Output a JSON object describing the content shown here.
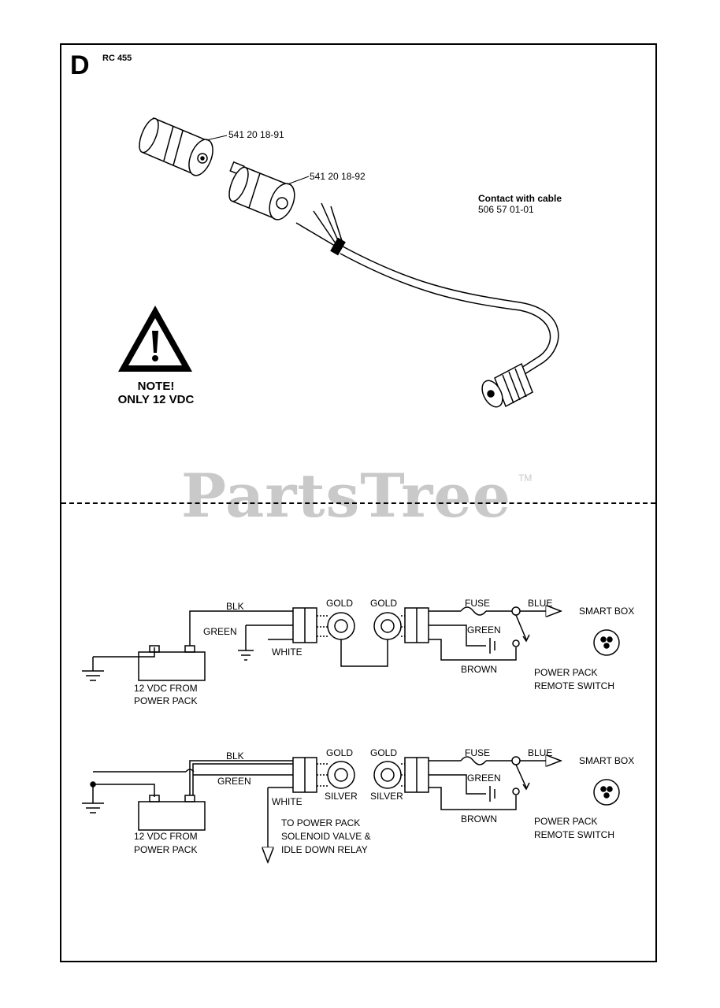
{
  "header": {
    "section_letter": "D",
    "model": "RC 455"
  },
  "parts": {
    "connector_a": "541 20 18-91",
    "connector_b": "541 20 18-92",
    "contact_title": "Contact with cable",
    "contact_number": "506 57 01-01"
  },
  "warning": {
    "line1": "NOTE!",
    "line2": "ONLY 12 VDC"
  },
  "watermark": {
    "text": "PartsTree",
    "tm": "TM"
  },
  "schematic_1": {
    "blk": "BLK",
    "green": "GREEN",
    "white": "WHITE",
    "gold_left": "GOLD",
    "gold_right": "GOLD",
    "fuse": "FUSE",
    "blue": "BLUE",
    "smart_box": "SMART BOX",
    "green_right": "GREEN",
    "brown": "BROWN",
    "battery_line1": "12 VDC FROM",
    "battery_line2": "POWER PACK",
    "switch_line1": "POWER PACK",
    "switch_line2": "REMOTE SWITCH"
  },
  "schematic_2": {
    "blk": "BLK",
    "green": "GREEN",
    "white": "WHITE",
    "gold_left": "GOLD",
    "gold_right": "GOLD",
    "silver_left": "SILVER",
    "silver_right": "SILVER",
    "fuse": "FUSE",
    "blue": "BLUE",
    "smart_box": "SMART BOX",
    "green_right": "GREEN",
    "brown": "BROWN",
    "battery_line1": "12 VDC FROM",
    "battery_line2": "POWER PACK",
    "switch_line1": "POWER PACK",
    "switch_line2": "REMOTE SWITCH",
    "to_line1": "TO POWER PACK",
    "to_line2": "SOLENOID VALVE &",
    "to_line3": "IDLE DOWN RELAY"
  }
}
